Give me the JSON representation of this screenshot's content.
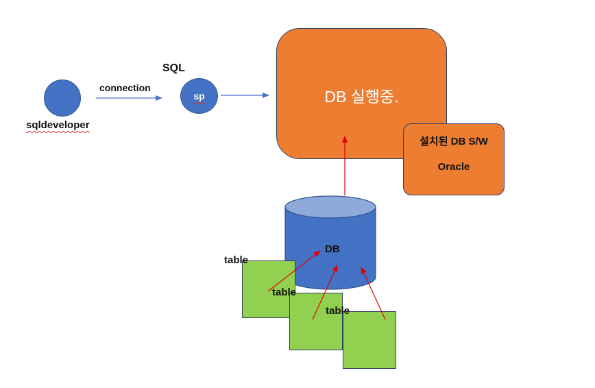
{
  "nodes": {
    "client": {
      "label": "sqldeveloper"
    },
    "sp": {
      "label": "sp",
      "top_label": "SQL"
    },
    "db_running": {
      "label": "DB 실행중."
    },
    "installed_sw": {
      "title": "설치된 DB S/W",
      "name": "Oracle"
    },
    "db": {
      "label": "DB"
    },
    "tables": [
      {
        "label": "table"
      },
      {
        "label": "table"
      },
      {
        "label": "table"
      }
    ]
  },
  "edges": {
    "client_to_sp": {
      "label": "connection"
    }
  },
  "colors": {
    "blue": "#4472c4",
    "blue_top": "#8eaadb",
    "orange": "#ed7d31",
    "green": "#92d050",
    "arrow_blue": "#4472c4",
    "arrow_red": "#e00000"
  }
}
